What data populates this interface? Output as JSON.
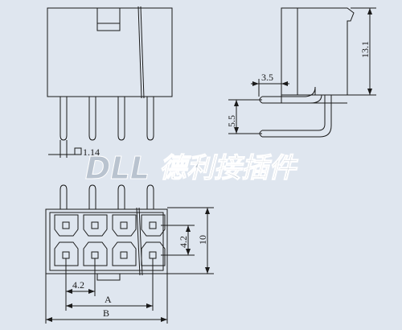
{
  "watermark": {
    "brand": "DLL",
    "chinese": "德利接插件"
  },
  "dimensions": {
    "pin_square": "1.14",
    "side_height": "13.1",
    "side_offset": "3.5",
    "side_pitch": "5.5",
    "front_height": "10",
    "front_pitch_v": "4.2",
    "front_pitch_h": "4.2",
    "front_a": "A",
    "front_b": "B"
  },
  "colors": {
    "background": "#dfe6ef",
    "line": "#1a1a1a",
    "watermark": "#b9c3cf"
  }
}
